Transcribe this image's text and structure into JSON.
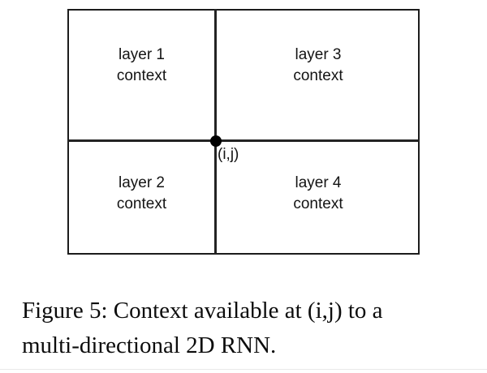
{
  "figure": {
    "diagram_type": "quadrant-context-diagram",
    "point_label": "(i,j)",
    "quadrants": [
      {
        "id": "layer-1",
        "position": "top-left",
        "line1": "layer 1",
        "line2": "context"
      },
      {
        "id": "layer-3",
        "position": "top-right",
        "line1": "layer 3",
        "line2": "context"
      },
      {
        "id": "layer-2",
        "position": "bottom-left",
        "line1": "layer 2",
        "line2": "context"
      },
      {
        "id": "layer-4",
        "position": "bottom-right",
        "line1": "layer 4",
        "line2": "context"
      }
    ],
    "colors": {
      "line": "#232323",
      "border": "#1c1c1c",
      "marker": "#000000",
      "text": "#141414",
      "background": "#ffffff"
    }
  },
  "caption": {
    "line1": "Figure 5: Context available at (i,j) to a",
    "line2": "multi-directional 2D RNN.",
    "full": "Figure 5: Context available at (i,j) to a multi-directional 2D RNN.",
    "label": "Figure 5"
  }
}
